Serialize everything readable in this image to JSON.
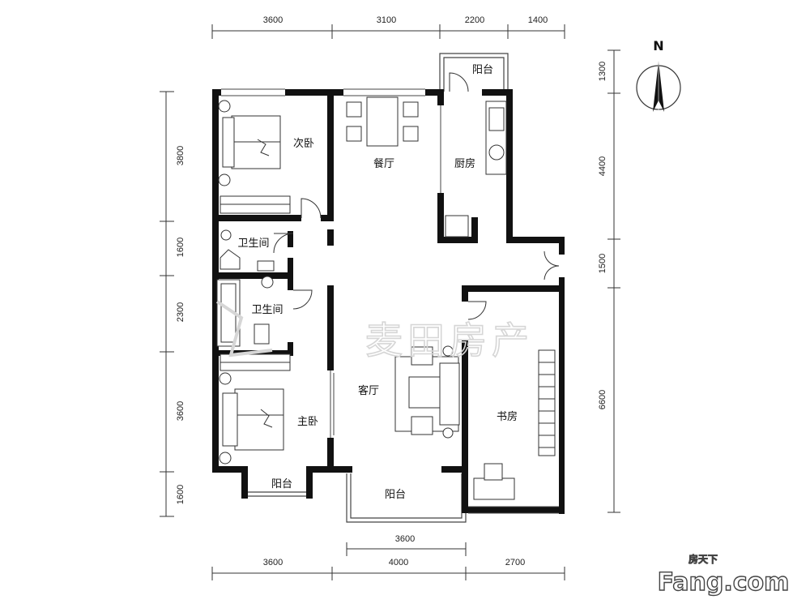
{
  "rooms": {
    "second_bedroom": "次卧",
    "dining": "餐厅",
    "kitchen": "厨房",
    "balcony_top": "阳台",
    "bathroom_1": "卫生间",
    "bathroom_2": "卫生间",
    "living": "客厅",
    "master_bedroom": "主卧",
    "study": "书房",
    "balcony_master": "阳台",
    "balcony_living": "阳台"
  },
  "dimensions": {
    "top": [
      "3600",
      "3100",
      "2200",
      "1400"
    ],
    "left": [
      "3800",
      "1600",
      "2300",
      "3600",
      "1600"
    ],
    "right": [
      "1300",
      "4400",
      "1500",
      "6600"
    ],
    "bottom_inner": "3600",
    "bottom": [
      "3600",
      "4000",
      "2700"
    ]
  },
  "compass": {
    "label": "N"
  },
  "watermark": {
    "text": "麦田房产"
  },
  "logo": {
    "top": "房天下",
    "main": "Fang.com"
  }
}
